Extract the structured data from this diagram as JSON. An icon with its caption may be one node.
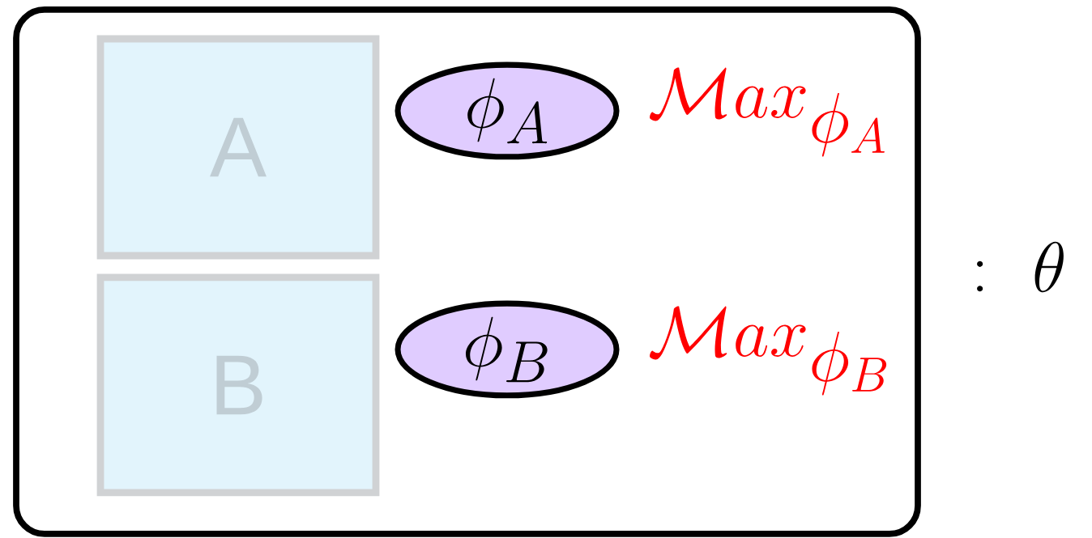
{
  "diagram": {
    "nodes": [
      {
        "text": [],
        "shape": "box"
      },
      {
        "text": [
          "A"
        ],
        "in": 0
      },
      {
        "text": [
          "B"
        ],
        "in": 0
      },
      {
        "text": [
          "\\phi_A"
        ],
        "in": 0,
        "beside": [
          "\\mathcal{M}ax_{\\phi_A}"
        ]
      },
      {
        "text": [
          "\\phi_B"
        ],
        "in": 0,
        "beside": [
          "\\mathcal{M}ax_{\\phi_B}"
        ]
      }
    ],
    "labels": [
      ":\\ \\theta"
    ]
  }
}
